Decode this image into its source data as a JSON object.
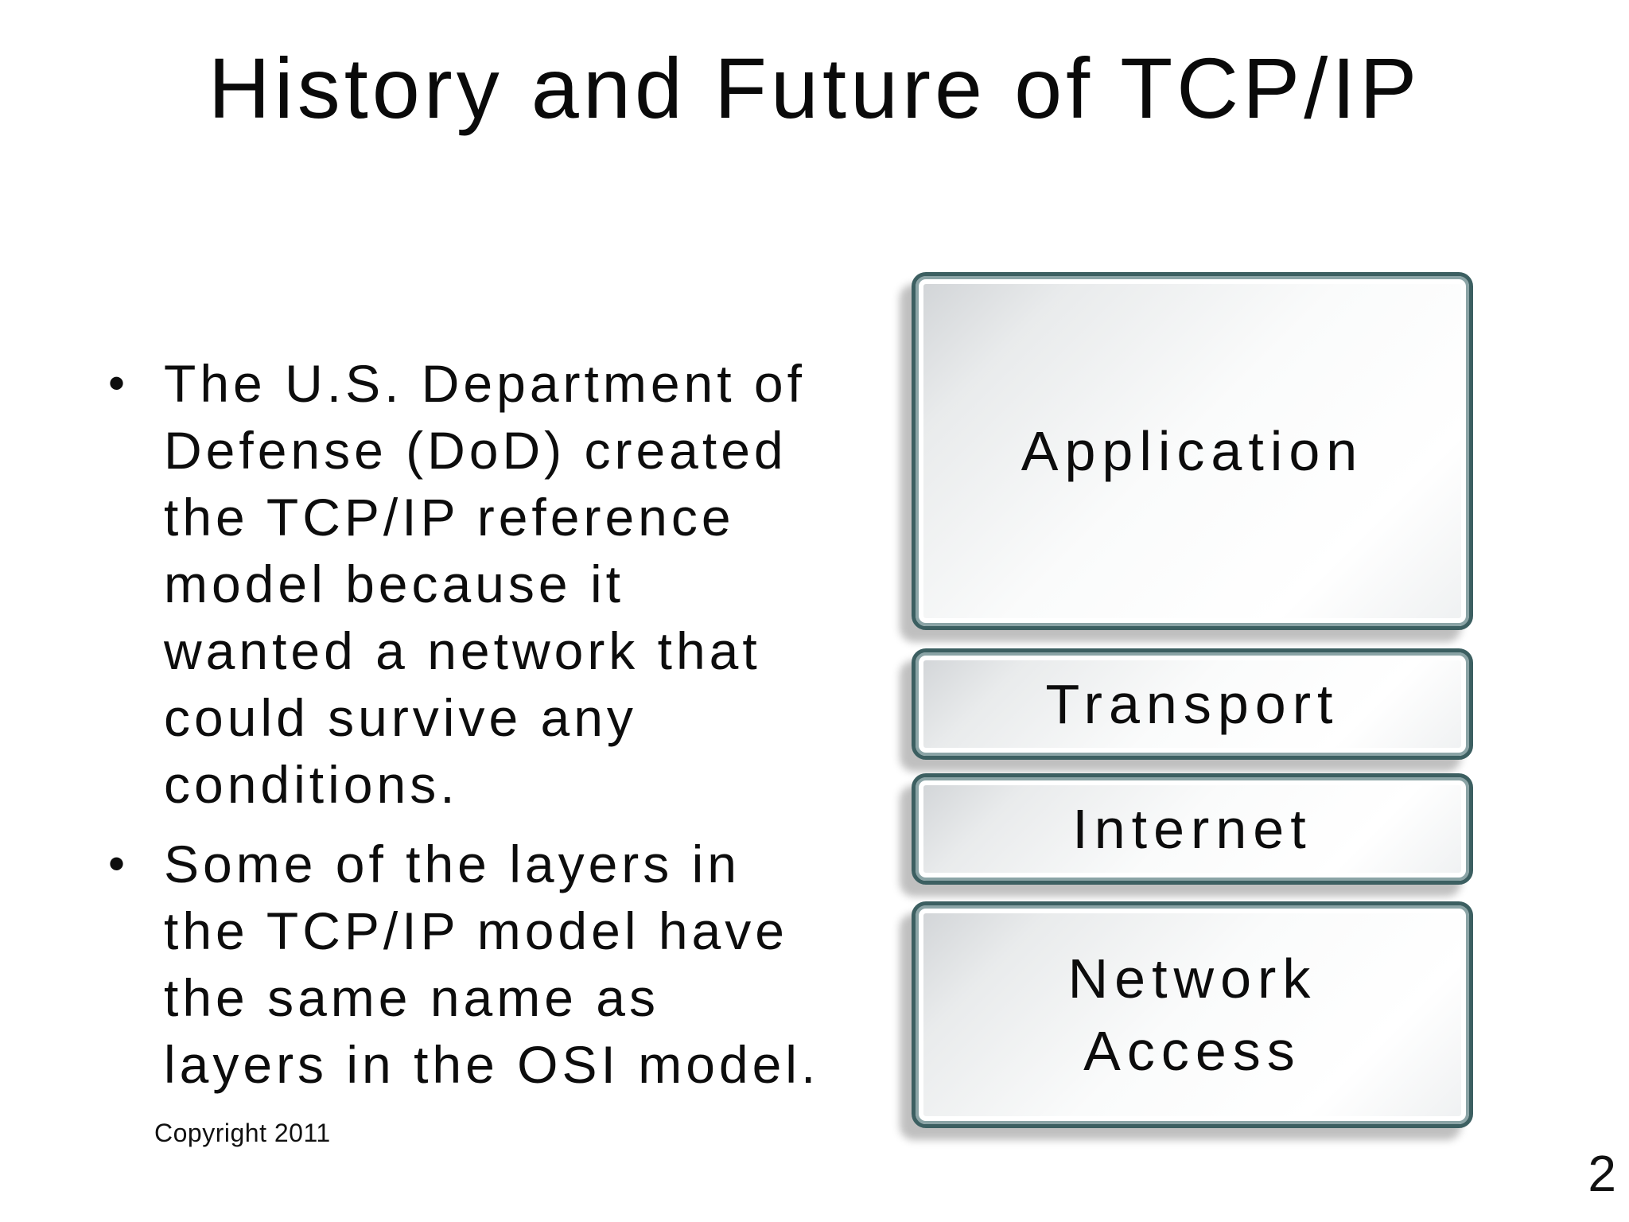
{
  "slide": {
    "title": "History and Future of TCP/IP",
    "bullets": [
      {
        "marker": "•",
        "text": "The U.S. Department of\nDefense (DoD) created\nthe TCP/IP reference\nmodel because it\nwanted a network that\ncould survive any\nconditions."
      },
      {
        "marker": "•",
        "text": "Some of the layers in\nthe TCP/IP model have\nthe same name as\nlayers in the OSI model."
      }
    ],
    "copyright": "Copyright 2011",
    "page_number": "2"
  },
  "diagram": {
    "name": "TCP/IP reference model layer stack",
    "layers": [
      {
        "label": "Application"
      },
      {
        "label": "Transport"
      },
      {
        "label": "Internet"
      },
      {
        "label": "Network\nAccess"
      }
    ],
    "colors": {
      "box_border": "#3c5f61",
      "box_inner_ring": "#8ba4a6",
      "box_white_ring": "#ffffff",
      "box_fill_shade": "#d0d3d6",
      "box_fill_light": "#ffffff",
      "text": "#0d0d0d",
      "background": "#ffffff"
    }
  }
}
